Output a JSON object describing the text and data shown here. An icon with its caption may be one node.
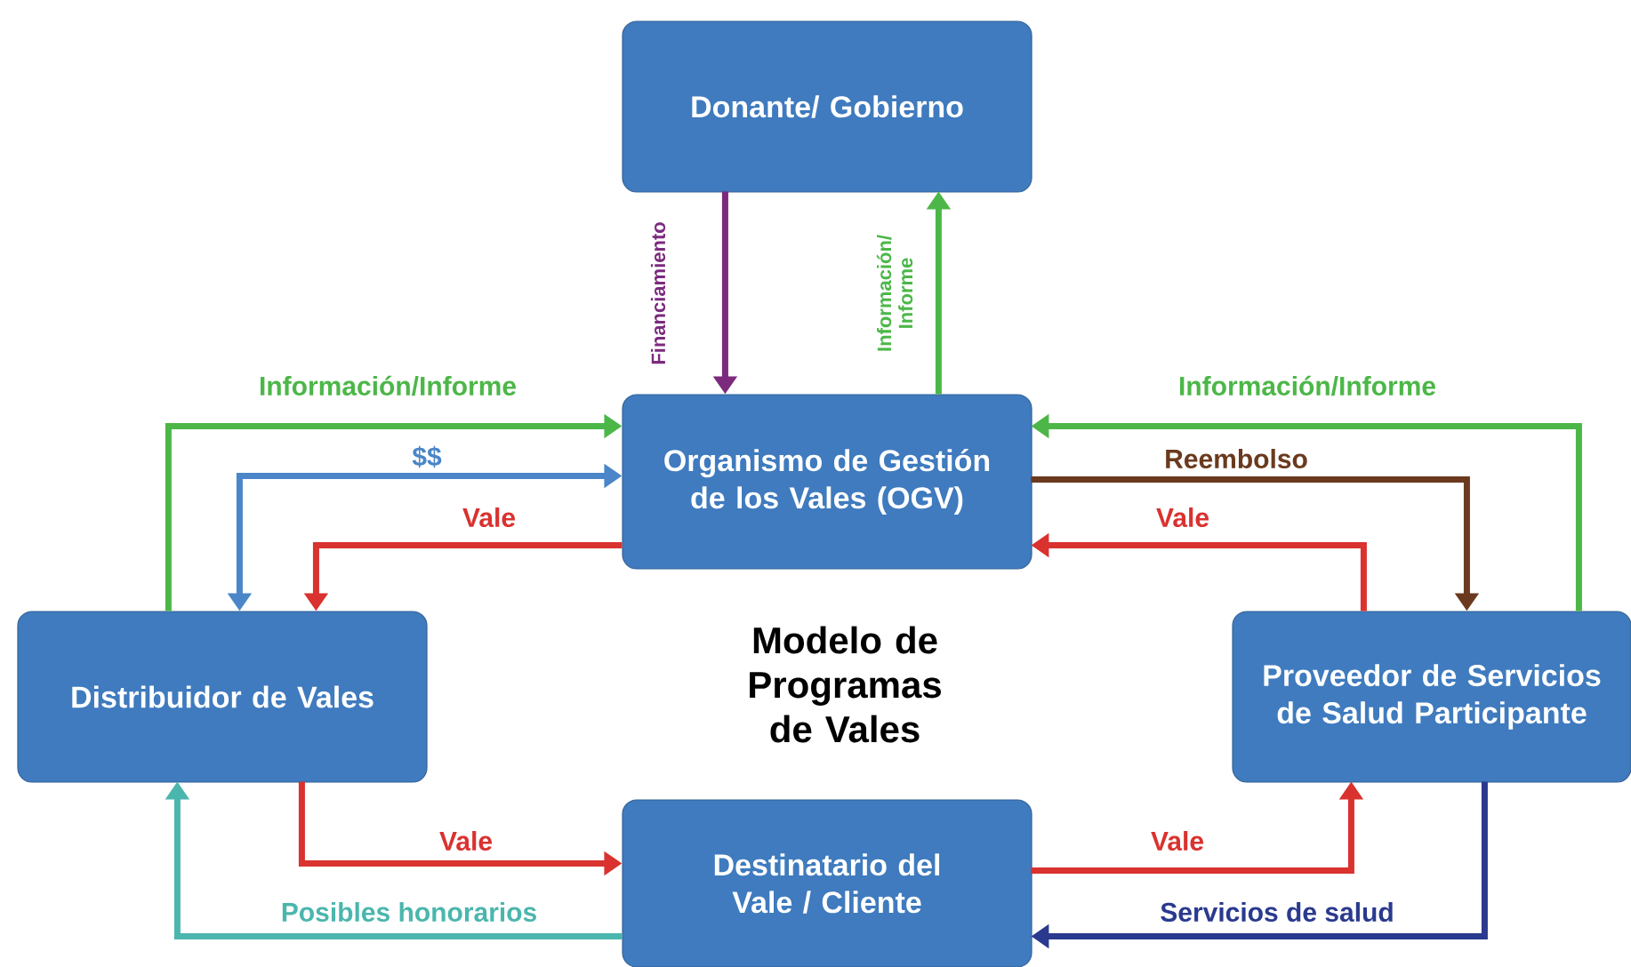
{
  "diagram": {
    "title": "Modelo de Programas de Vales",
    "nodes": [
      {
        "text": [
          "Donante/ Gobierno"
        ]
      },
      {
        "text": [
          "Organismo de Gestión de los Vales (OGV)"
        ]
      },
      {
        "text": [
          "Distribuidor de Vales"
        ]
      },
      {
        "text": [
          "Proveedor de Servicios de Salud Participante"
        ]
      },
      {
        "text": [
          "Destinatario del Vale / Cliente"
        ]
      }
    ],
    "edges": [
      {
        "from": 0,
        "to": 1,
        "arrow": "to",
        "label": "Financiamiento",
        "color": "#7b2a7d"
      },
      {
        "from": 1,
        "to": 0,
        "arrow": "to",
        "label": "Información/ Informe",
        "color": "#4cb748"
      },
      {
        "from": 2,
        "to": 1,
        "arrow": "to",
        "label": "Información/Informe",
        "color": "#4cb748"
      },
      {
        "from": 1,
        "to": 2,
        "arrow": "both",
        "label": "$$",
        "color": "#4a86c8"
      },
      {
        "from": 1,
        "to": 2,
        "arrow": "to",
        "label": "Vale"
      },
      {
        "from": 3,
        "to": 1,
        "arrow": "to",
        "label": "Información/Informe",
        "color": "#4cb748"
      },
      {
        "from": 1,
        "to": 3,
        "arrow": "to",
        "label": "Reembolso",
        "color": "#6b3a1e"
      },
      {
        "from": 3,
        "to": 1,
        "arrow": "to",
        "label": "Vale"
      },
      {
        "from": 2,
        "to": 4,
        "arrow": "to",
        "label": "Vale"
      },
      {
        "from": 4,
        "to": 2,
        "arrow": "to",
        "label": "Posibles honorarios",
        "color": "#4bb6ad"
      },
      {
        "from": 4,
        "to": 3,
        "arrow": "to",
        "label": "Vale"
      },
      {
        "from": 3,
        "to": 4,
        "arrow": "to",
        "label": "Servicios de salud",
        "color": "#2a3a8f"
      }
    ]
  }
}
